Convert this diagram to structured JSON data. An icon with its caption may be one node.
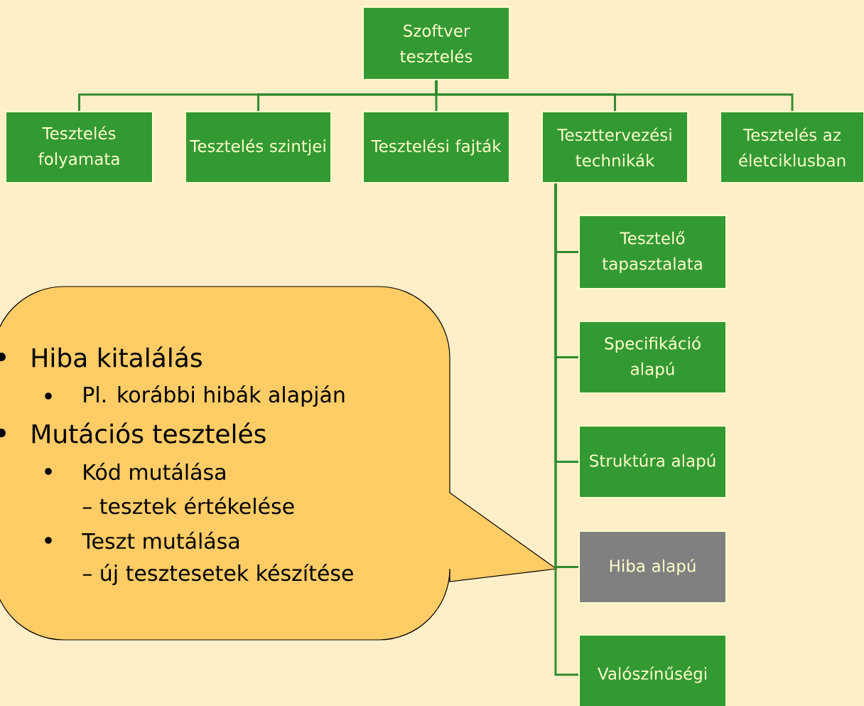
{
  "diagram": {
    "nodes": [
      {
        "text": [
          "Szoftver tesztelés"
        ]
      },
      {
        "text": [
          "Tesztelés folyamata"
        ]
      },
      {
        "text": [
          "Tesztelés szintjei"
        ]
      },
      {
        "text": [
          "Tesztelési fajták"
        ]
      },
      {
        "text": [
          "Teszttervezési technikák"
        ]
      },
      {
        "text": [
          "Tesztelés az életciklusban"
        ]
      },
      {
        "text": [
          "Tesztelő tapasztalata"
        ]
      },
      {
        "text": [
          "Specifikáció alapú"
        ]
      },
      {
        "text": [
          "Struktúra alapú"
        ]
      },
      {
        "text": [
          "Hiba alapú"
        ]
      },
      {
        "text": [
          "Valószínűségi"
        ]
      },
      {
        "text": [
          "Hiba kitalálás",
          "Pl. korábbi hibák alapján",
          "Mutációs tesztelés",
          "Kód mutálása",
          "– tesztek értékelése",
          "Teszt mutálása",
          "– új tesztesetek készítése"
        ]
      }
    ],
    "edges": [
      {
        "from": 0,
        "to": 1,
        "arrow": "none"
      },
      {
        "from": 0,
        "to": 2,
        "arrow": "none"
      },
      {
        "from": 0,
        "to": 3,
        "arrow": "none"
      },
      {
        "from": 0,
        "to": 4,
        "arrow": "none"
      },
      {
        "from": 0,
        "to": 5,
        "arrow": "none"
      },
      {
        "from": 4,
        "to": 6,
        "arrow": "none"
      },
      {
        "from": 4,
        "to": 7,
        "arrow": "none"
      },
      {
        "from": 4,
        "to": 8,
        "arrow": "none"
      },
      {
        "from": 4,
        "to": 9,
        "arrow": "none"
      },
      {
        "from": 4,
        "to": 10,
        "arrow": "none"
      }
    ]
  }
}
